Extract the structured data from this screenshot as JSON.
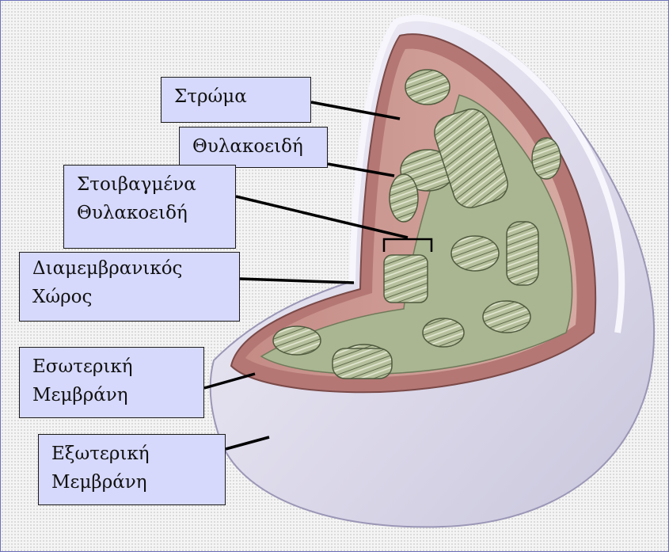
{
  "labels": {
    "stroma": "Στρώμα",
    "thylakoid": "Θυλακοειδή",
    "stacked_thylakoids": [
      "Στοιβαγμένα",
      "Θυλακοειδή"
    ],
    "intermembrane_space": [
      "Διαμεμβρανικός",
      "Χώρος"
    ],
    "inner_membrane": [
      "Εσωτερική",
      "Μεμβράνη"
    ],
    "outer_membrane": [
      "Εξωτερική",
      "Μεμβράνη"
    ]
  },
  "colors": {
    "label_fill": "#d6d9fb",
    "outer_membrane": "#e2e0ee",
    "inner_membrane": "#b87a78",
    "stroma": "#c99690",
    "thylakoid": "#b9c2a0",
    "frame_border": "#6b6fb8"
  }
}
